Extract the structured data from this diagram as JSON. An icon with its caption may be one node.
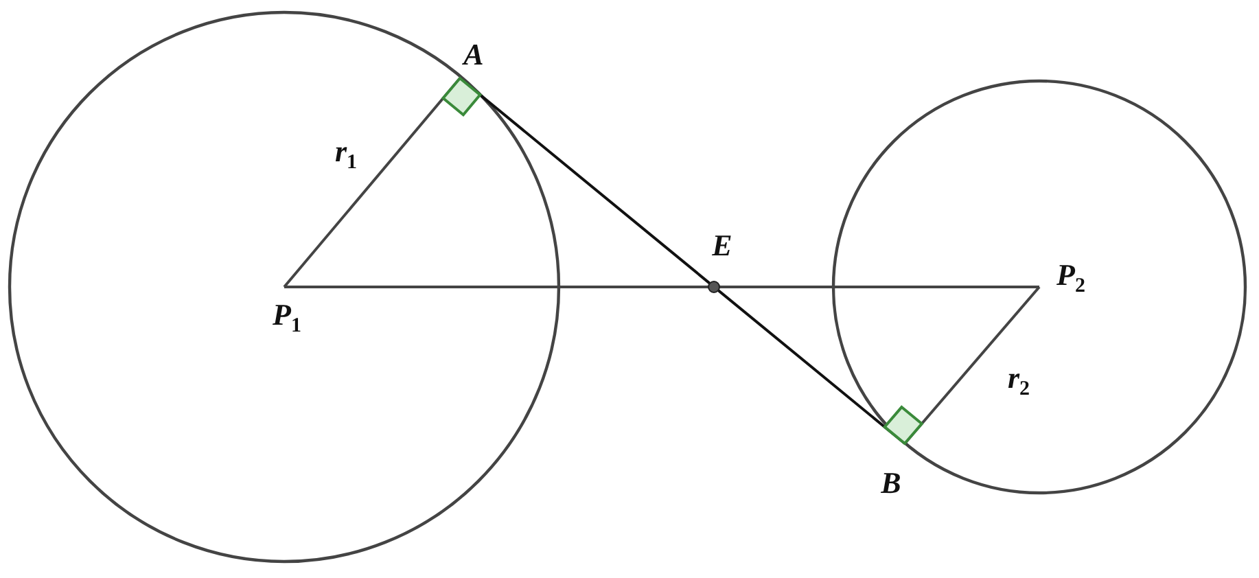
{
  "diagram": {
    "labels": [
      "A",
      "r$_{1}$",
      "E",
      "P$_{1}$",
      "P$_{2}$",
      "r$_{2}$",
      "B"
    ]
  }
}
